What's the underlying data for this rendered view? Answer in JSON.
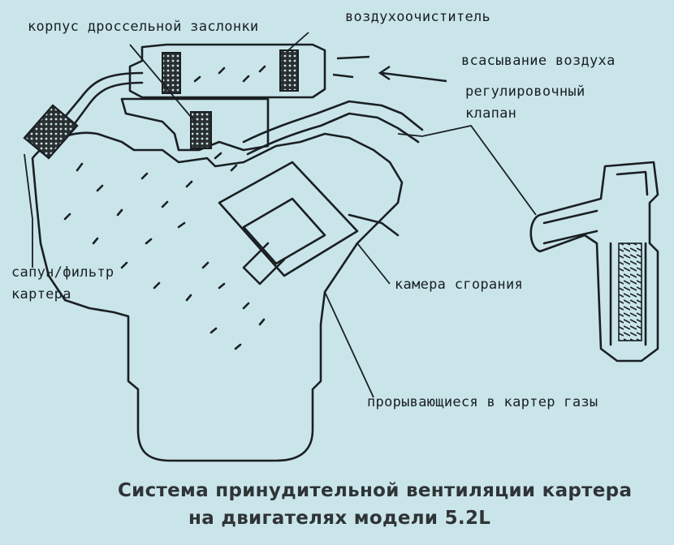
{
  "labels": {
    "throttle_body": "корпус дроссельной заслонки",
    "air_cleaner": "воздухоочиститель",
    "air_intake": "всасывание воздуха",
    "regulating_valve_line1": "регулировочный",
    "regulating_valve_line2": "клапан",
    "breather_line1": "сапун/фильтр",
    "breather_line2": "картера",
    "combustion_chamber": "камера сгорания",
    "blowby_gases": "прорывающиеся в картер газы"
  },
  "caption": {
    "line1": "Система принудительной вентиляции картера",
    "line2": "на двигателях модели 5.2L"
  },
  "colors": {
    "background": "#c9e5ea",
    "ink": "#1a1f22"
  }
}
